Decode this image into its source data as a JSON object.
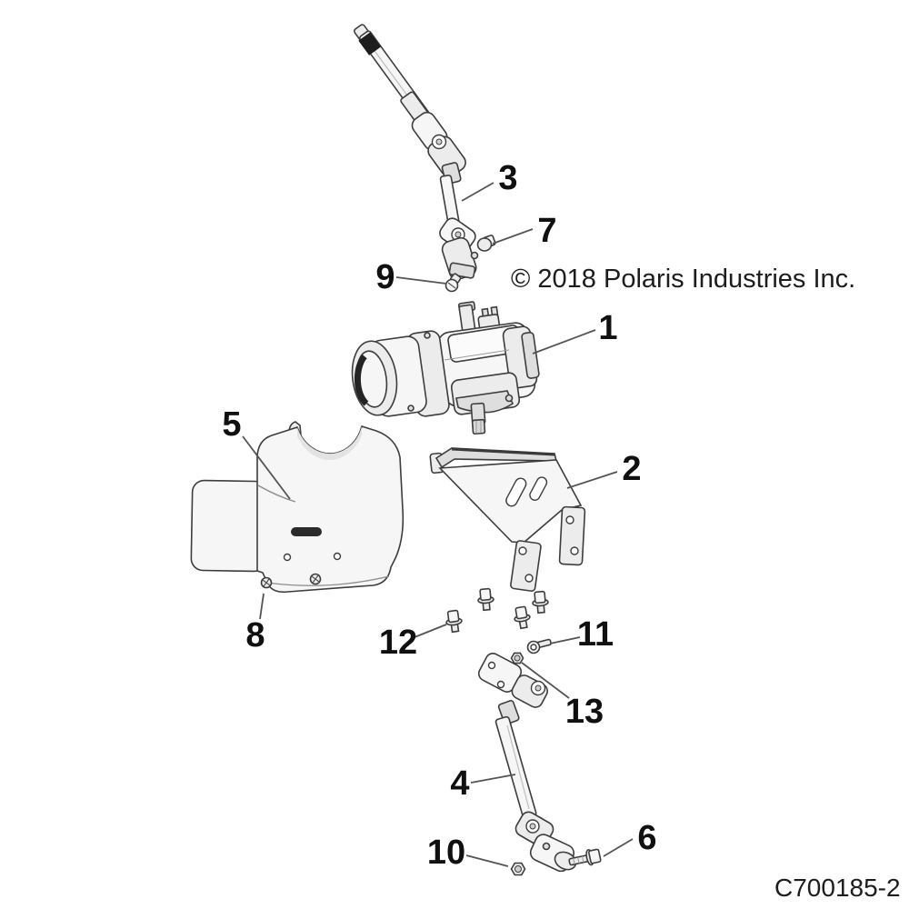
{
  "diagram": {
    "copyright": "© 2018 Polaris Industries Inc.",
    "code": "C700185-2",
    "callouts": [
      {
        "label": "1"
      },
      {
        "label": "2"
      },
      {
        "label": "3"
      },
      {
        "label": "4"
      },
      {
        "label": "5"
      },
      {
        "label": "6"
      },
      {
        "label": "7"
      },
      {
        "label": "8"
      },
      {
        "label": "9"
      },
      {
        "label": "10"
      },
      {
        "label": "11"
      },
      {
        "label": "12"
      },
      {
        "label": "13"
      }
    ]
  }
}
